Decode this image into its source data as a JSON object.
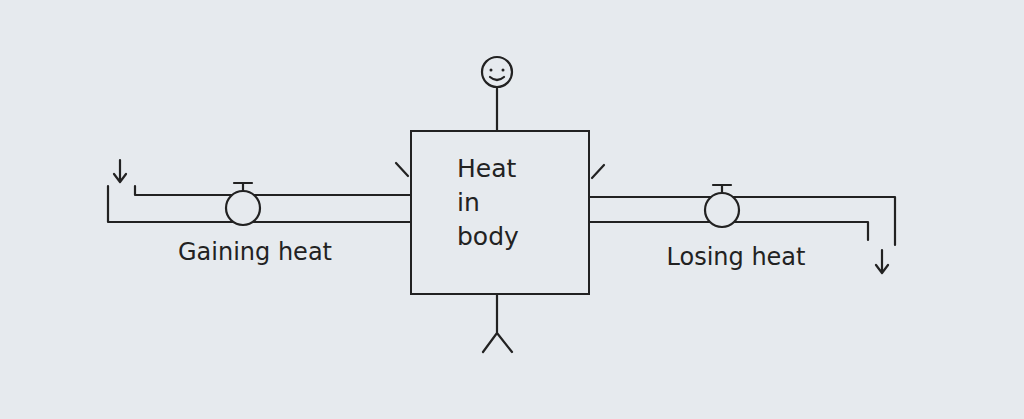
{
  "diagram": {
    "nodes": [
      {
        "text": [
          "Heat in body"
        ]
      }
    ],
    "labels": [
      "Gaining heat",
      "Losing heat"
    ]
  }
}
